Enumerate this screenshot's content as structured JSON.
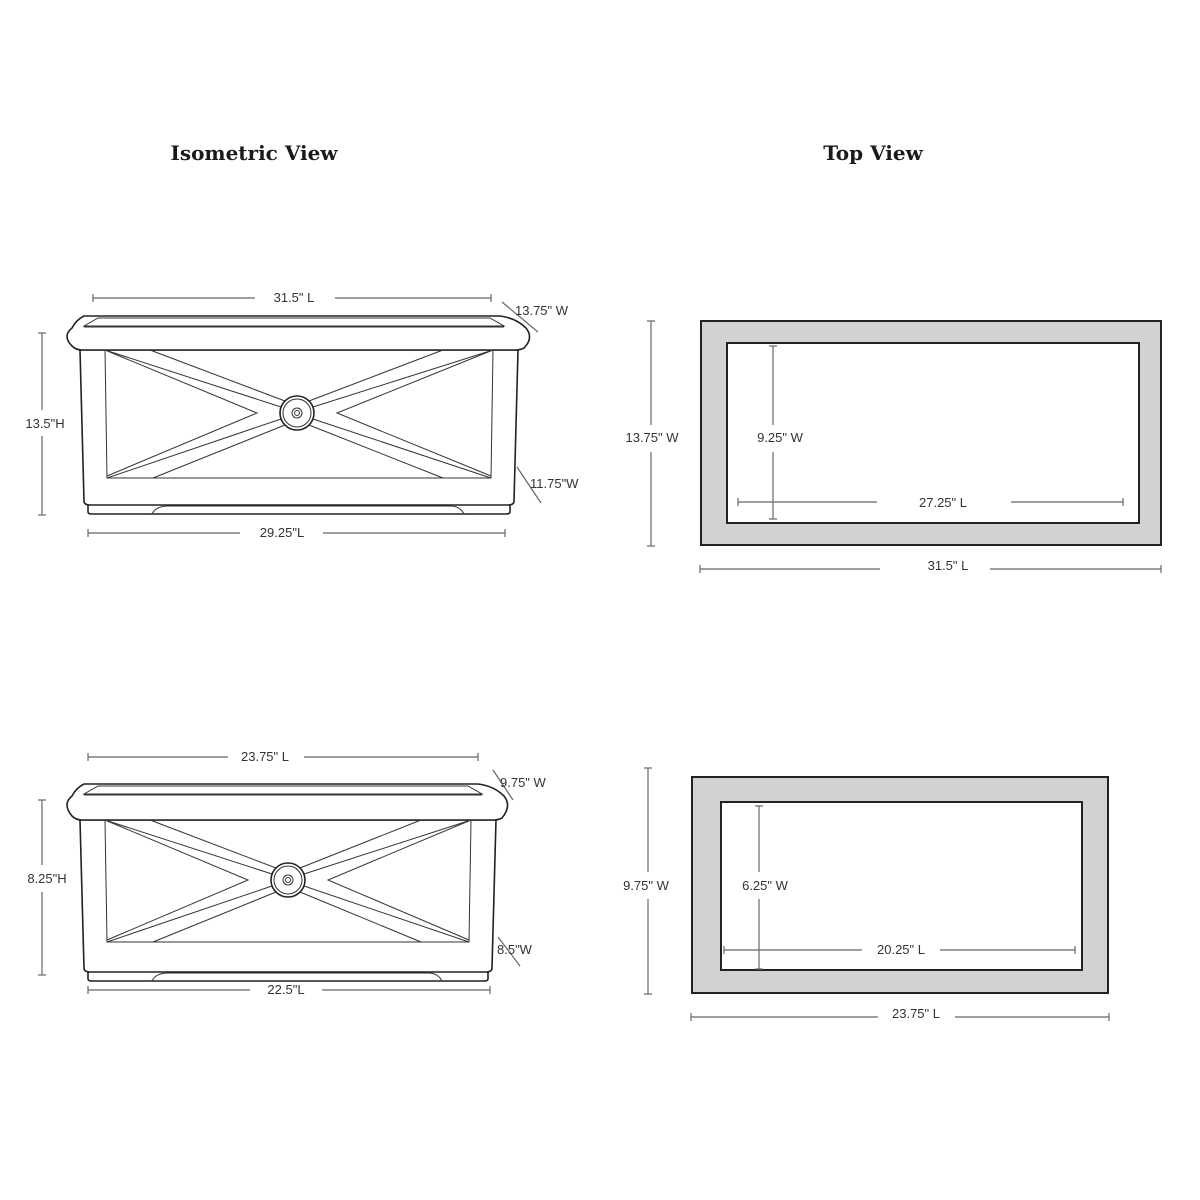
{
  "titles": {
    "isometric": "Isometric View",
    "top": "Top View"
  },
  "colors": {
    "frame_fill": "#d1d2d4",
    "outline": "#222222",
    "dimension": "#666666"
  },
  "large_planter": {
    "isometric": {
      "top_length": "31.5\" L",
      "top_width": "13.75\" W",
      "height": "13.5\"H",
      "base_width": "11.75\"W",
      "base_length": "29.25\"L"
    },
    "top_view": {
      "outer_width": "13.75\" W",
      "inner_width": "9.25\" W",
      "inner_length": "27.25\" L",
      "outer_length": "31.5\" L"
    }
  },
  "small_planter": {
    "isometric": {
      "top_length": "23.75\" L",
      "top_width": "9.75\" W",
      "height": "8.25\"H",
      "base_width": "8.5\"W",
      "base_length": "22.5\"L"
    },
    "top_view": {
      "outer_width": "9.75\" W",
      "inner_width": "6.25\" W",
      "inner_length": "20.25\" L",
      "outer_length": "23.75\" L"
    }
  }
}
